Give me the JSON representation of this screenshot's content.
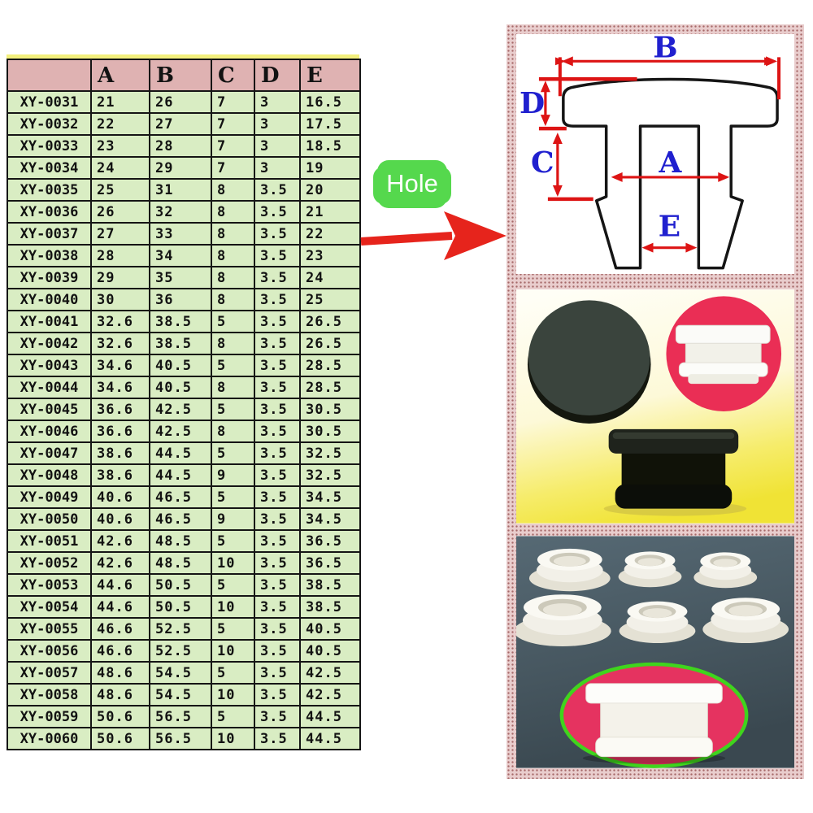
{
  "table": {
    "headers": [
      "",
      "A",
      "B",
      "C",
      "D",
      "E"
    ],
    "rows": [
      [
        "XY-0031",
        "21",
        "26",
        "7",
        "3",
        "16.5"
      ],
      [
        "XY-0032",
        "22",
        "27",
        "7",
        "3",
        "17.5"
      ],
      [
        "XY-0033",
        "23",
        "28",
        "7",
        "3",
        "18.5"
      ],
      [
        "XY-0034",
        "24",
        "29",
        "7",
        "3",
        "19"
      ],
      [
        "XY-0035",
        "25",
        "31",
        "8",
        "3.5",
        "20"
      ],
      [
        "XY-0036",
        "26",
        "32",
        "8",
        "3.5",
        "21"
      ],
      [
        "XY-0037",
        "27",
        "33",
        "8",
        "3.5",
        "22"
      ],
      [
        "XY-0038",
        "28",
        "34",
        "8",
        "3.5",
        "23"
      ],
      [
        "XY-0039",
        "29",
        "35",
        "8",
        "3.5",
        "24"
      ],
      [
        "XY-0040",
        "30",
        "36",
        "8",
        "3.5",
        "25"
      ],
      [
        "XY-0041",
        "32.6",
        "38.5",
        "5",
        "3.5",
        "26.5"
      ],
      [
        "XY-0042",
        "32.6",
        "38.5",
        "8",
        "3.5",
        "26.5"
      ],
      [
        "XY-0043",
        "34.6",
        "40.5",
        "5",
        "3.5",
        "28.5"
      ],
      [
        "XY-0044",
        "34.6",
        "40.5",
        "8",
        "3.5",
        "28.5"
      ],
      [
        "XY-0045",
        "36.6",
        "42.5",
        "5",
        "3.5",
        "30.5"
      ],
      [
        "XY-0046",
        "36.6",
        "42.5",
        "8",
        "3.5",
        "30.5"
      ],
      [
        "XY-0047",
        "38.6",
        "44.5",
        "5",
        "3.5",
        "32.5"
      ],
      [
        "XY-0048",
        "38.6",
        "44.5",
        "9",
        "3.5",
        "32.5"
      ],
      [
        "XY-0049",
        "40.6",
        "46.5",
        "5",
        "3.5",
        "34.5"
      ],
      [
        "XY-0050",
        "40.6",
        "46.5",
        "9",
        "3.5",
        "34.5"
      ],
      [
        "XY-0051",
        "42.6",
        "48.5",
        "5",
        "3.5",
        "36.5"
      ],
      [
        "XY-0052",
        "42.6",
        "48.5",
        "10",
        "3.5",
        "36.5"
      ],
      [
        "XY-0053",
        "44.6",
        "50.5",
        "5",
        "3.5",
        "38.5"
      ],
      [
        "XY-0054",
        "44.6",
        "50.5",
        "10",
        "3.5",
        "38.5"
      ],
      [
        "XY-0055",
        "46.6",
        "52.5",
        "5",
        "3.5",
        "40.5"
      ],
      [
        "XY-0056",
        "46.6",
        "52.5",
        "10",
        "3.5",
        "40.5"
      ],
      [
        "XY-0057",
        "48.6",
        "54.5",
        "5",
        "3.5",
        "42.5"
      ],
      [
        "XY-0058",
        "48.6",
        "54.5",
        "10",
        "3.5",
        "42.5"
      ],
      [
        "XY-0059",
        "50.6",
        "56.5",
        "5",
        "3.5",
        "44.5"
      ],
      [
        "XY-0060",
        "50.6",
        "56.5",
        "10",
        "3.5",
        "44.5"
      ]
    ]
  },
  "annotation": {
    "hole_label": "Hole"
  },
  "diagram": {
    "labels": {
      "a": "A",
      "b": "B",
      "c": "C",
      "d": "D",
      "e": "E"
    }
  },
  "colors": {
    "table_header_pink": "#dfb2b2",
    "table_cell_green": "#d9edc3",
    "table_border_black": "#151515",
    "table_top_strip_yellow": "#f2ef7d",
    "hole_badge_green": "#55d84d",
    "pointer_arrow_red": "#e6241c",
    "dimension_arrow_red": "#dd1414",
    "dimension_label_blue": "#2020cf",
    "panel_border_pink": "#e9cdcd",
    "photo_red_circle": "#ea2e55",
    "photo_slate_background": "#4a5c66",
    "photo_ellipse_green_ring": "#3fd41d"
  }
}
